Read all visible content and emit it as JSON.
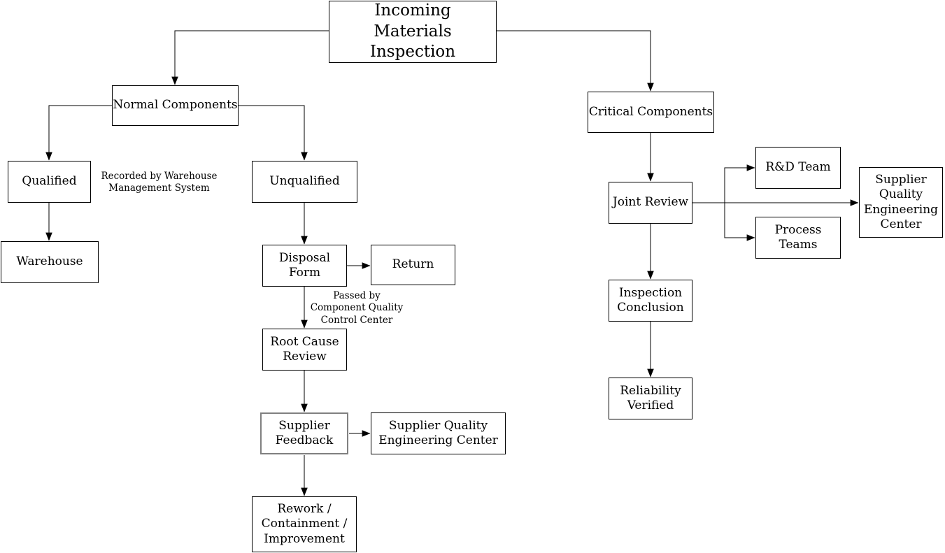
{
  "diagram": {
    "type": "flowchart",
    "background_color": "#ffffff",
    "line_color": "#000000",
    "nodes": {
      "incoming": {
        "label": "Incoming\nMaterials Inspection"
      },
      "normal": {
        "label": "Normal Components"
      },
      "critical": {
        "label": "Critical Components"
      },
      "qualified": {
        "label": "Qualified"
      },
      "unqualified": {
        "label": "Unqualified"
      },
      "warehouse": {
        "label": "Warehouse"
      },
      "disposal_form": {
        "label": "Disposal\nForm"
      },
      "return": {
        "label": "Return"
      },
      "root_cause": {
        "label": "Root Cause\nReview"
      },
      "supplier_feedback": {
        "label": "Supplier\nFeedback",
        "border_color": "#808080"
      },
      "sqec_left": {
        "label": "Supplier Quality\nEngineering Center"
      },
      "rework": {
        "label": "Rework /\nContainment /\nImprovement"
      },
      "joint_review": {
        "label": "Joint Review"
      },
      "rd_team": {
        "label": "R&D Team"
      },
      "process_teams": {
        "label": "Process\nTeams"
      },
      "sqec_right": {
        "label": "Supplier\nQuality\nEngineering\nCenter"
      },
      "inspection_conclusion": {
        "label": "Inspection\nConclusion"
      },
      "reliability_verified": {
        "label": "Reliability\nVerified"
      }
    },
    "annotations": {
      "recorded_by": "Recorded by Warehouse\nManagement System",
      "passed_by": "Passed by\nComponent Quality\nControl Center"
    },
    "edges": [
      {
        "from": "incoming",
        "to": "normal"
      },
      {
        "from": "incoming",
        "to": "critical"
      },
      {
        "from": "normal",
        "to": "qualified"
      },
      {
        "from": "normal",
        "to": "unqualified"
      },
      {
        "from": "qualified",
        "to": "warehouse"
      },
      {
        "from": "unqualified",
        "to": "disposal_form"
      },
      {
        "from": "disposal_form",
        "to": "return"
      },
      {
        "from": "disposal_form",
        "to": "root_cause"
      },
      {
        "from": "root_cause",
        "to": "supplier_feedback"
      },
      {
        "from": "supplier_feedback",
        "to": "sqec_left"
      },
      {
        "from": "supplier_feedback",
        "to": "rework"
      },
      {
        "from": "critical",
        "to": "joint_review"
      },
      {
        "from": "joint_review",
        "to": "rd_team"
      },
      {
        "from": "joint_review",
        "to": "sqec_right"
      },
      {
        "from": "joint_review",
        "to": "process_teams"
      },
      {
        "from": "joint_review",
        "to": "inspection_conclusion"
      },
      {
        "from": "inspection_conclusion",
        "to": "reliability_verified"
      }
    ]
  }
}
